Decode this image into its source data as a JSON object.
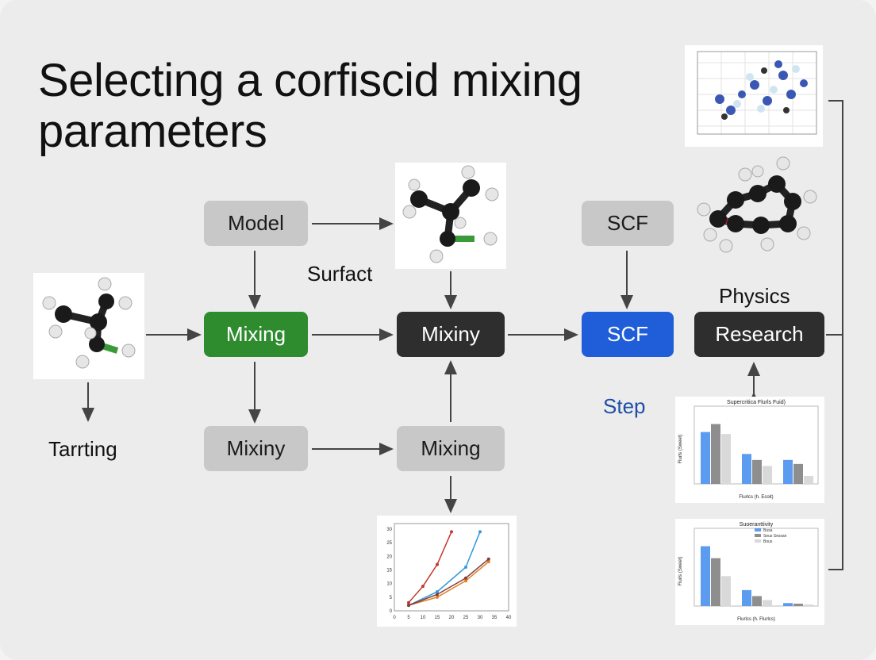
{
  "title": "Selecting a corfiscid mixing parameters",
  "nodes": {
    "model": "Model",
    "mixing_green": "Mixing",
    "mixiny_dark": "Mixiny",
    "mixiny_light": "Mixiny",
    "mixing_light": "Mixing",
    "scf_top": "SCF",
    "scf_blue": "SCF",
    "research": "Research"
  },
  "labels": {
    "surfact": "Surfact",
    "tarrting": "Tarrting",
    "physics": "Physics",
    "step": "Step"
  },
  "colors": {
    "green": "#2e8b2e",
    "blue": "#1f5ed8",
    "dark": "#2e2e2e",
    "light": "#c8c8c8",
    "step_text": "#1d4fa6"
  },
  "chart_data": [
    {
      "type": "line",
      "title": "",
      "x_ticks": [
        "0",
        "5",
        "10",
        "15",
        "20",
        "25",
        "30",
        "35",
        "40"
      ],
      "y_ticks": [
        "0",
        "5",
        "10",
        "15",
        "20",
        "25",
        "30"
      ],
      "series": [
        {
          "color": "#c0392b",
          "x": [
            5,
            10,
            15,
            20
          ],
          "y": [
            3,
            9,
            17,
            29
          ]
        },
        {
          "color": "#3498db",
          "x": [
            5,
            15,
            25,
            30
          ],
          "y": [
            2,
            7,
            16,
            29
          ]
        },
        {
          "color": "#e67e22",
          "x": [
            5,
            15,
            25,
            33
          ],
          "y": [
            2,
            5,
            11,
            18
          ]
        },
        {
          "color": "#7f3f3f",
          "x": [
            5,
            15,
            25,
            33
          ],
          "y": [
            2,
            6,
            12,
            19
          ]
        }
      ],
      "ylim": [
        0,
        32
      ],
      "xlim": [
        0,
        40
      ]
    },
    {
      "type": "bar",
      "title": "Supercritica Flurls Fuid)",
      "ylabel": "Flurls (Sweet)",
      "xlabel": "Flurlcs (h. Ecoit)",
      "series_colors": [
        "#5b9bf0",
        "#8e8e8e",
        "#d9d9d9"
      ],
      "groups": [
        {
          "values": [
            26,
            30,
            25
          ]
        },
        {
          "values": [
            15,
            12,
            9
          ]
        },
        {
          "values": [
            12,
            10,
            4
          ]
        }
      ],
      "ylim": [
        0,
        35
      ]
    },
    {
      "type": "bar",
      "title": "Suoeranttivity",
      "ylabel": "Flurls (Sweet)",
      "xlabel": "Flurlcs (h. Flurlcs)",
      "legend": [
        "Busa",
        "Seus Sessan",
        "Bous"
      ],
      "series_colors": [
        "#5b9bf0",
        "#8e8e8e",
        "#d9d9d9"
      ],
      "groups": [
        {
          "values": [
            30,
            24,
            15
          ]
        },
        {
          "values": [
            8,
            5,
            3
          ]
        },
        {
          "values": [
            1.5,
            1.2,
            0.8
          ]
        }
      ],
      "ylim": [
        0,
        35
      ]
    }
  ]
}
